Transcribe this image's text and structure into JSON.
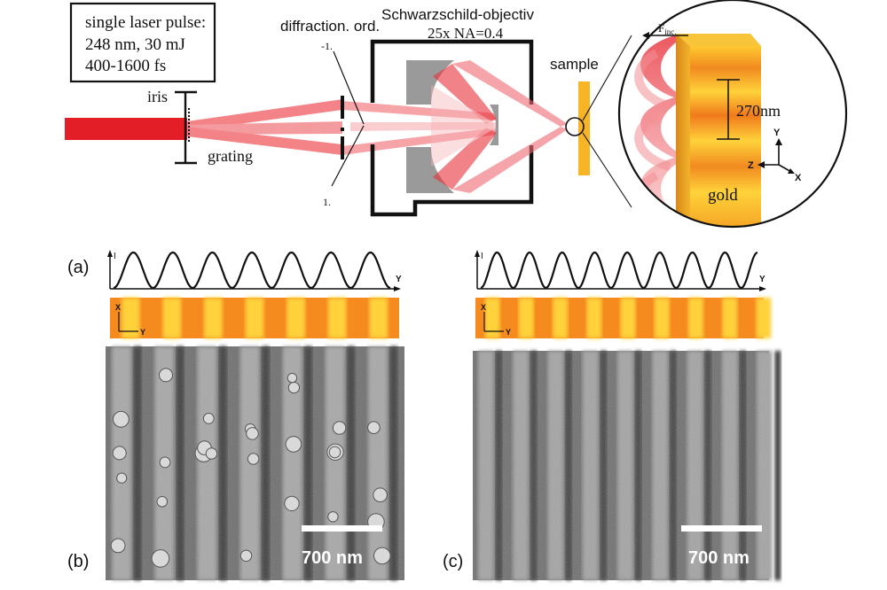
{
  "setup": {
    "pulse_box_lines": [
      "single laser pulse:",
      "248 nm, 30 mJ",
      "400-1600 fs"
    ],
    "iris_label": "iris",
    "grating_label": "grating",
    "diffraction_label": "diffraction. ord.",
    "order_minus": "-1.",
    "order_plus": "1.",
    "objective_title": "Schwarzschild-objectiv",
    "objective_spec": "25x  NA=0.4",
    "sample_label": "sample"
  },
  "inset": {
    "force_label": "F",
    "force_subscript": "inc.",
    "period_label": "270nm",
    "material_label": "gold",
    "axis_y": "Y",
    "axis_z": "Z",
    "axis_x": "X"
  },
  "panels": {
    "a_label": "(a)",
    "b_label": "(b)",
    "c_label": "(c)",
    "intensity_axis": "I",
    "y_axis": "Y",
    "pattern_axis_x": "X",
    "pattern_axis_y": "Y",
    "scale_bar_text": "700 nm",
    "left_periods": 7,
    "right_periods": 8.5
  },
  "colors": {
    "laser": "#e8262f",
    "mirror": "#9a9a9a",
    "gold_light": "#ffd23a",
    "gold_dark": "#e85a14",
    "sem_bg": "#7a7a7a"
  }
}
